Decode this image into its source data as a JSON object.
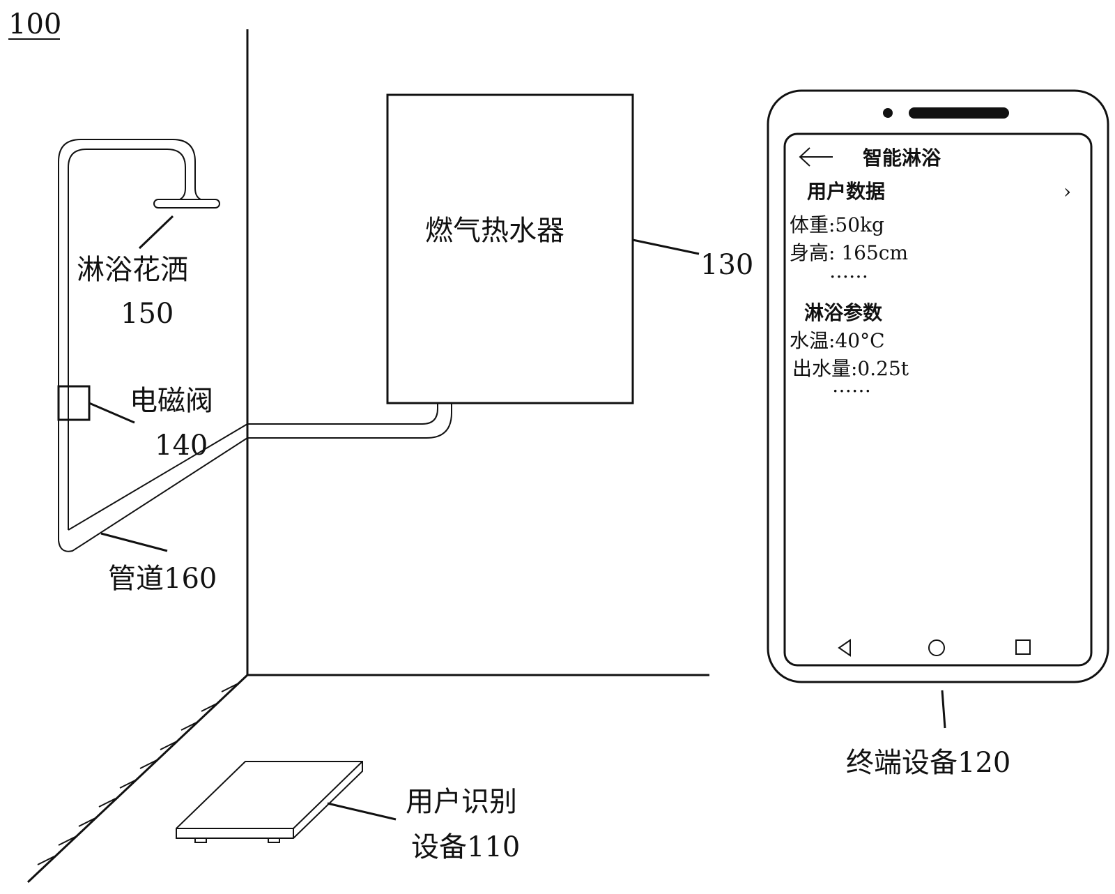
{
  "figure": {
    "number": "100"
  },
  "labels": {
    "shower_head": "淋浴花洒",
    "shower_head_ref": "150",
    "heater": "燃气热水器",
    "heater_ref": "130",
    "valve": "电磁阀",
    "valve_ref": "140",
    "pipe": "管道160",
    "terminal": "终端设备120",
    "recognizer_line1": "用户识别",
    "recognizer_line2": "设备110"
  },
  "phone": {
    "title": "智能淋浴",
    "back_icon": "arrow-left-icon",
    "user_section": "用户数据",
    "user_chevron": "›",
    "weight": "体重:50kg",
    "height": "身高:  165cm",
    "user_more": "……",
    "shower_section": "淋浴参数",
    "water_temp": "水温:40°C",
    "water_flow": "出水量:0.25t",
    "shower_more": "……",
    "nav_icons": [
      "back-triangle-icon",
      "home-circle-icon",
      "recent-square-icon"
    ]
  },
  "colors": {
    "ink": "#111111",
    "background": "#ffffff"
  }
}
